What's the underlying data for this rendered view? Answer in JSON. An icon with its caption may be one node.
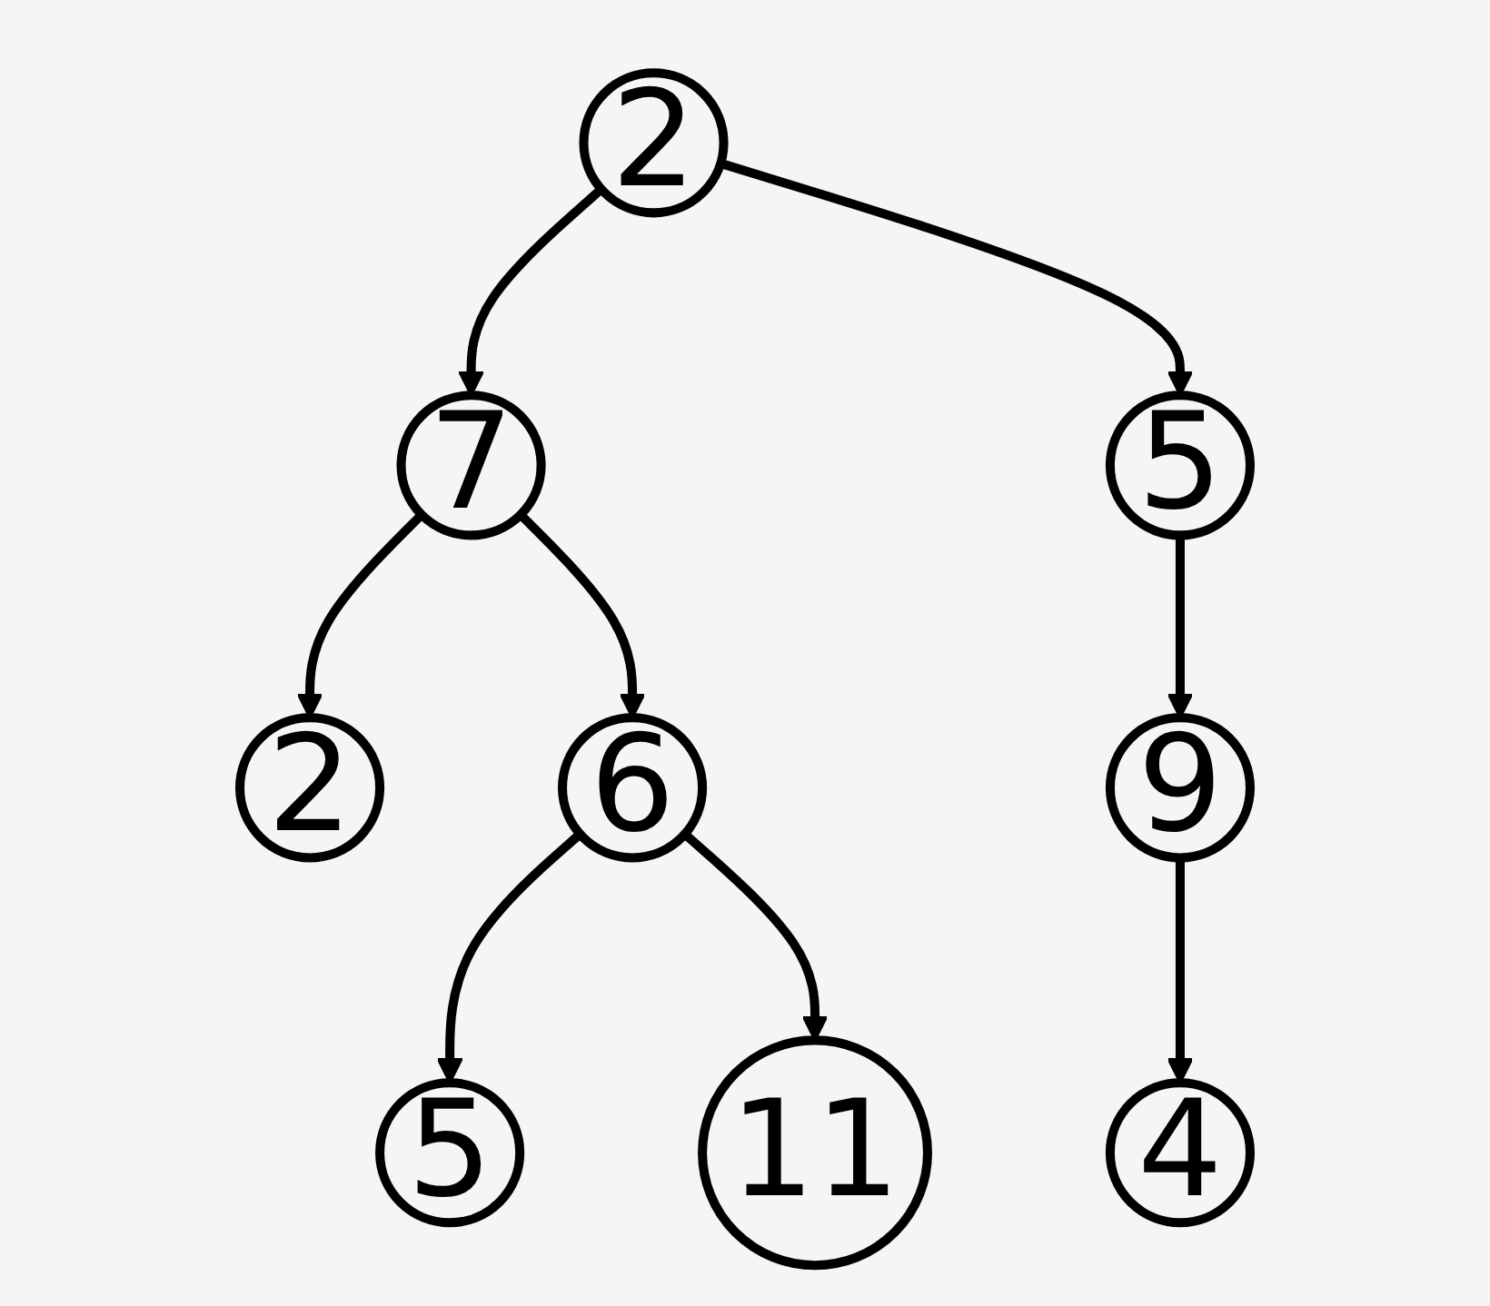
{
  "diagram": {
    "nodes": [
      {
        "text": [
          "2"
        ]
      },
      {
        "text": [
          "7"
        ]
      },
      {
        "text": [
          "5"
        ]
      },
      {
        "text": [
          "2"
        ]
      },
      {
        "text": [
          "6"
        ]
      },
      {
        "text": [
          "9"
        ]
      },
      {
        "text": [
          "5"
        ]
      },
      {
        "text": [
          "11"
        ]
      },
      {
        "text": [
          "4"
        ]
      }
    ],
    "edges": [
      {
        "from": 0,
        "to": 1,
        "arrow": "to"
      },
      {
        "from": 0,
        "to": 2,
        "arrow": "to"
      },
      {
        "from": 1,
        "to": 3,
        "arrow": "to"
      },
      {
        "from": 1,
        "to": 4,
        "arrow": "to"
      },
      {
        "from": 2,
        "to": 5,
        "arrow": "to"
      },
      {
        "from": 4,
        "to": 6,
        "arrow": "to"
      },
      {
        "from": 4,
        "to": 7,
        "arrow": "to"
      },
      {
        "from": 5,
        "to": 8,
        "arrow": "to"
      }
    ]
  }
}
